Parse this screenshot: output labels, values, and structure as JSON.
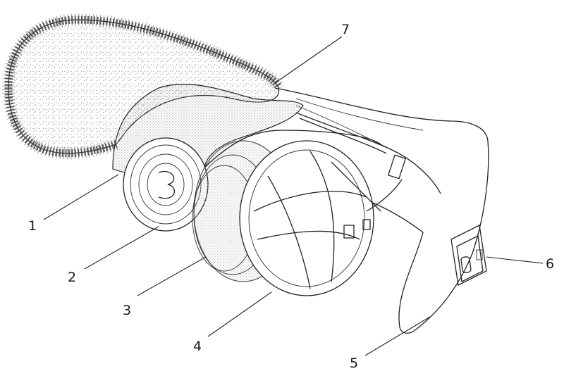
{
  "callouts": [
    {
      "id": "1",
      "text": "1"
    },
    {
      "id": "2",
      "text": "2"
    },
    {
      "id": "3",
      "text": "3"
    },
    {
      "id": "4",
      "text": "4"
    },
    {
      "id": "5",
      "text": "5"
    },
    {
      "id": "6",
      "text": "6"
    },
    {
      "id": "7",
      "text": "7"
    }
  ],
  "colors": {
    "ink": "#222222",
    "stipple": "#b9b9b9",
    "background": "#ffffff"
  }
}
